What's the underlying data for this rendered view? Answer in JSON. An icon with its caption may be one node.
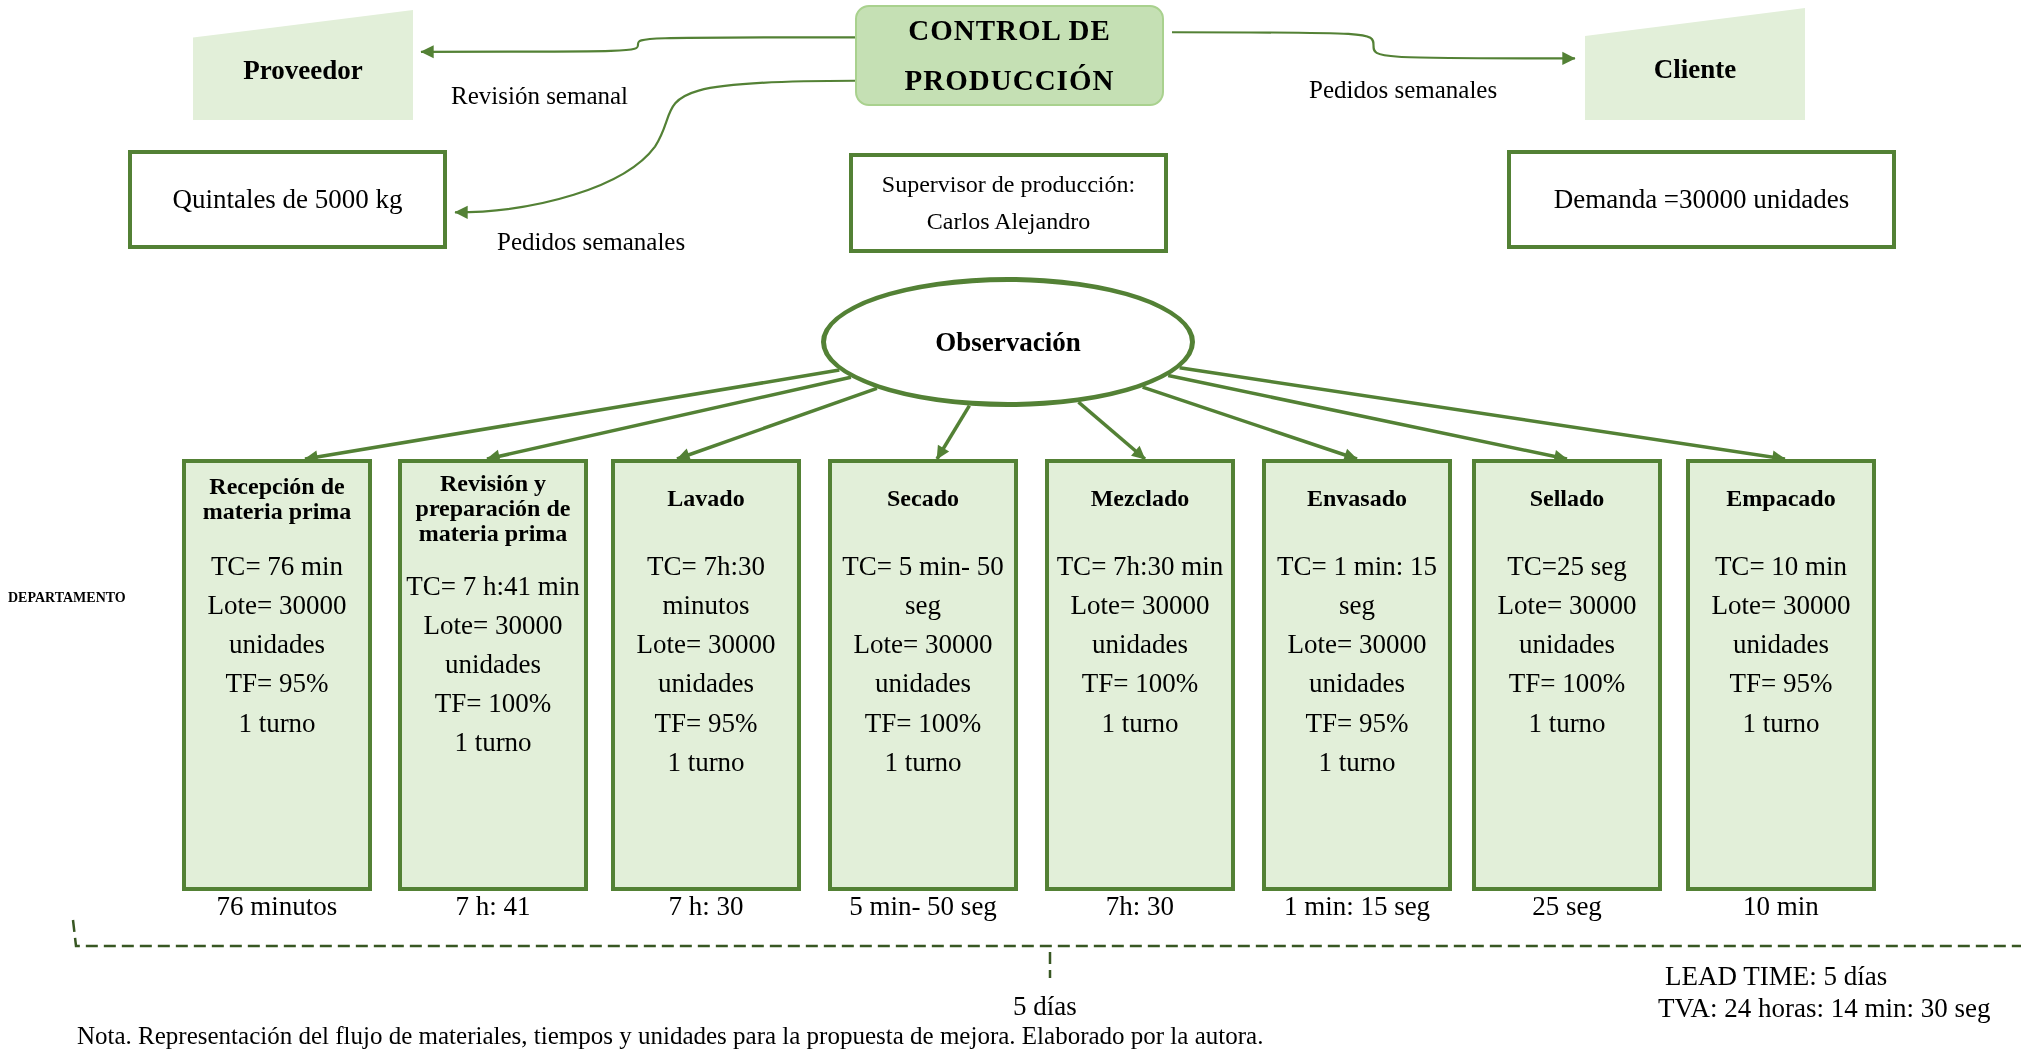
{
  "diagram": {
    "caption": "Nota. Representación del flujo de materiales, tiempos y unidades para la propuesta de mejora. Elaborado por la autora.",
    "nodes": [
      {
        "text": [
          "Proveedor"
        ]
      },
      {
        "text": [
          "CONTROL DE PRODUCCIÓN"
        ]
      },
      {
        "text": [
          "Cliente"
        ]
      },
      {
        "text": [
          "Quintales de 5000 kg"
        ]
      },
      {
        "text": [
          "Supervisor de producción: Carlos Alejandro"
        ]
      },
      {
        "text": [
          "Demanda =30000 unidades"
        ]
      },
      {
        "text": [
          "Observación"
        ]
      },
      {
        "text": [
          "Recepción de materia prima",
          "TC= 76 min",
          "Lote= 30000 unidades",
          "TF= 95%",
          "1 turno"
        ],
        "beside": [
          "76 minutos"
        ]
      },
      {
        "text": [
          "Revisión y preparación de materia prima",
          "TC= 7 h:41 min",
          "Lote= 30000 unidades",
          "TF= 100%",
          "1 turno"
        ],
        "beside": [
          "7 h: 41"
        ]
      },
      {
        "text": [
          "Lavado",
          "TC= 7h:30 minutos",
          "Lote= 30000 unidades",
          "TF= 95%",
          "1 turno"
        ],
        "beside": [
          "7 h: 30"
        ]
      },
      {
        "text": [
          "Secado",
          "TC= 5 min- 50 seg",
          "Lote= 30000 unidades",
          "TF= 100%",
          "1 turno"
        ],
        "beside": [
          "5 min- 50 seg"
        ]
      },
      {
        "text": [
          "Mezclado",
          "TC= 7h:30 min",
          "Lote= 30000 unidades",
          "TF= 100%",
          "1 turno"
        ],
        "beside": [
          "7h: 30"
        ]
      },
      {
        "text": [
          "Envasado",
          "TC= 1 min: 15 seg",
          "Lote= 30000 unidades",
          "TF= 95%",
          "1 turno"
        ],
        "beside": [
          "1 min: 15 seg"
        ]
      },
      {
        "text": [
          "Sellado",
          "TC=25 seg",
          "Lote= 30000 unidades",
          "TF= 100%",
          "1 turno"
        ],
        "beside": [
          "25 seg"
        ]
      },
      {
        "text": [
          "Empacado",
          "TC= 10 min",
          "Lote= 30000 unidades",
          "TF= 95%",
          "1 turno"
        ],
        "beside": [
          "10 min"
        ]
      }
    ],
    "edges": [
      {
        "from": 1,
        "to": 0,
        "arrow": "to",
        "label": "Revisión semanal"
      },
      {
        "from": 1,
        "to": 3,
        "arrow": "to",
        "label": "Pedidos semanales"
      },
      {
        "from": 1,
        "to": 2,
        "arrow": "to",
        "label": "Pedidos semanales"
      },
      {
        "from": 6,
        "to": 7,
        "arrow": "to"
      },
      {
        "from": 6,
        "to": 8,
        "arrow": "to"
      },
      {
        "from": 6,
        "to": 9,
        "arrow": "to"
      },
      {
        "from": 6,
        "to": 10,
        "arrow": "to"
      },
      {
        "from": 6,
        "to": 11,
        "arrow": "to"
      },
      {
        "from": 6,
        "to": 12,
        "arrow": "to"
      },
      {
        "from": 6,
        "to": 13,
        "arrow": "to"
      },
      {
        "from": 6,
        "to": 14,
        "arrow": "to"
      }
    ],
    "labels": [
      "DEPARTAMENTO",
      "5 días",
      "LEAD TIME: 5 días",
      "TVA: 24 horas: 14 min: 30 seg"
    ]
  }
}
